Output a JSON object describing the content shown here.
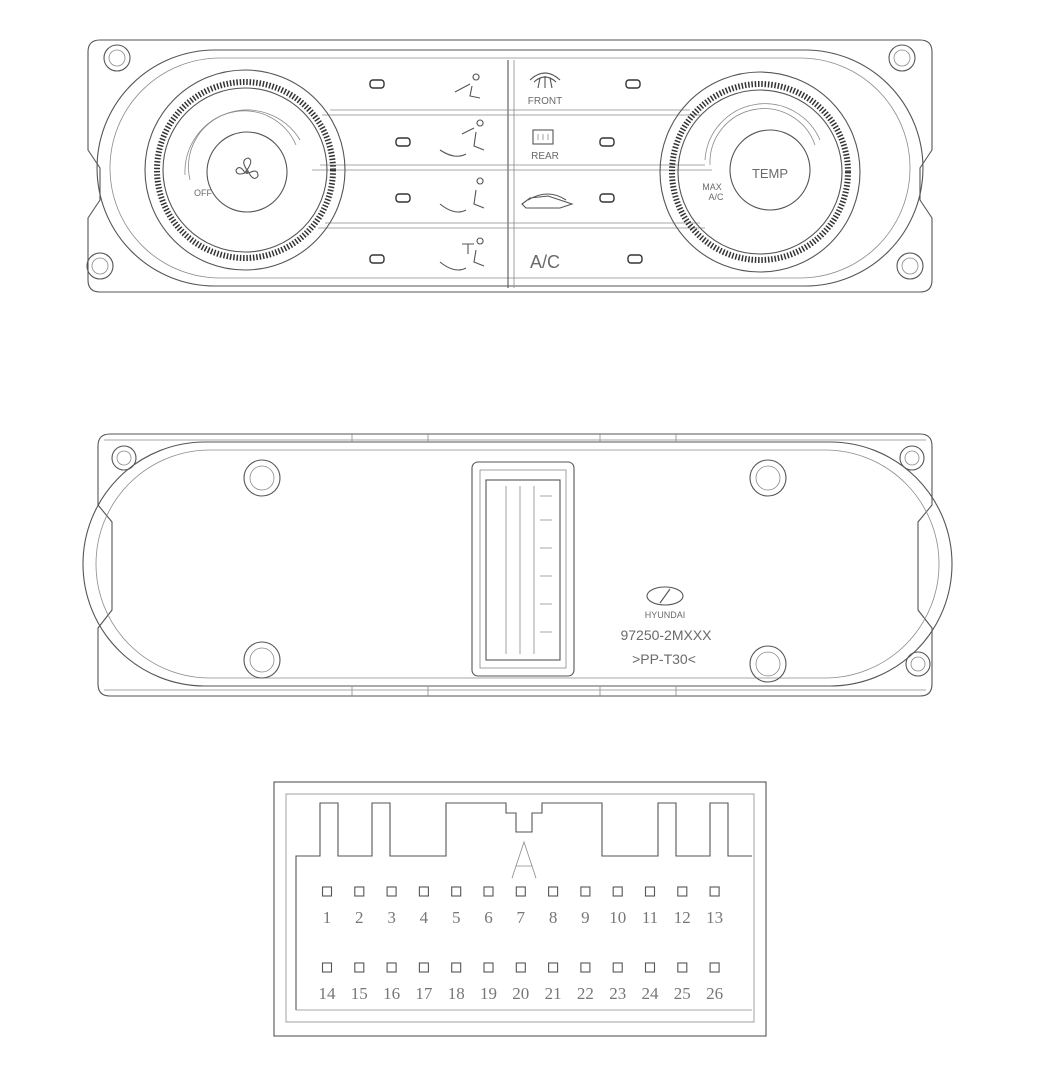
{
  "front_panel": {
    "left_knob_label": "OFF",
    "right_knob_label_top": "TEMP",
    "right_knob_label_max": "MAX",
    "right_knob_label_ac": "A/C",
    "front_defrost_label": "FRONT",
    "rear_defrost_label": "REAR",
    "ac_button_label": "A/C"
  },
  "rear_panel": {
    "brand": "HYUNDAI",
    "part_number": "97250-2MXXX",
    "material_code": ">PP-T30<"
  },
  "connector": {
    "key_letter": "A",
    "top_row_pins": [
      "1",
      "2",
      "3",
      "4",
      "5",
      "6",
      "7",
      "8",
      "9",
      "10",
      "11",
      "12",
      "13"
    ],
    "bottom_row_pins": [
      "14",
      "15",
      "16",
      "17",
      "18",
      "19",
      "20",
      "21",
      "22",
      "23",
      "24",
      "25",
      "26"
    ]
  }
}
